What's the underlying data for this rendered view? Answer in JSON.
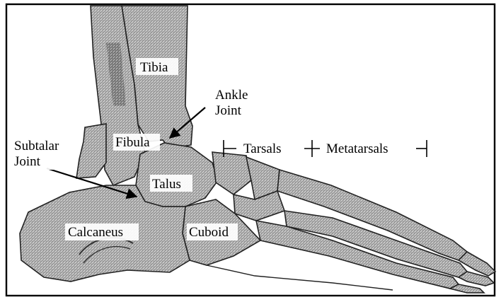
{
  "diagram": {
    "labels": {
      "tibia": "Tibia",
      "ankle_joint_line1": "Ankle",
      "ankle_joint_line2": "Joint",
      "fibula": "Fibula",
      "subtalar_line1": "Subtalar",
      "subtalar_line2": "Joint",
      "talus": "Talus",
      "calcaneus": "Calcaneus",
      "cuboid": "Cuboid",
      "tarsals": "Tarsals",
      "metatarsals": "Metatarsals"
    }
  }
}
